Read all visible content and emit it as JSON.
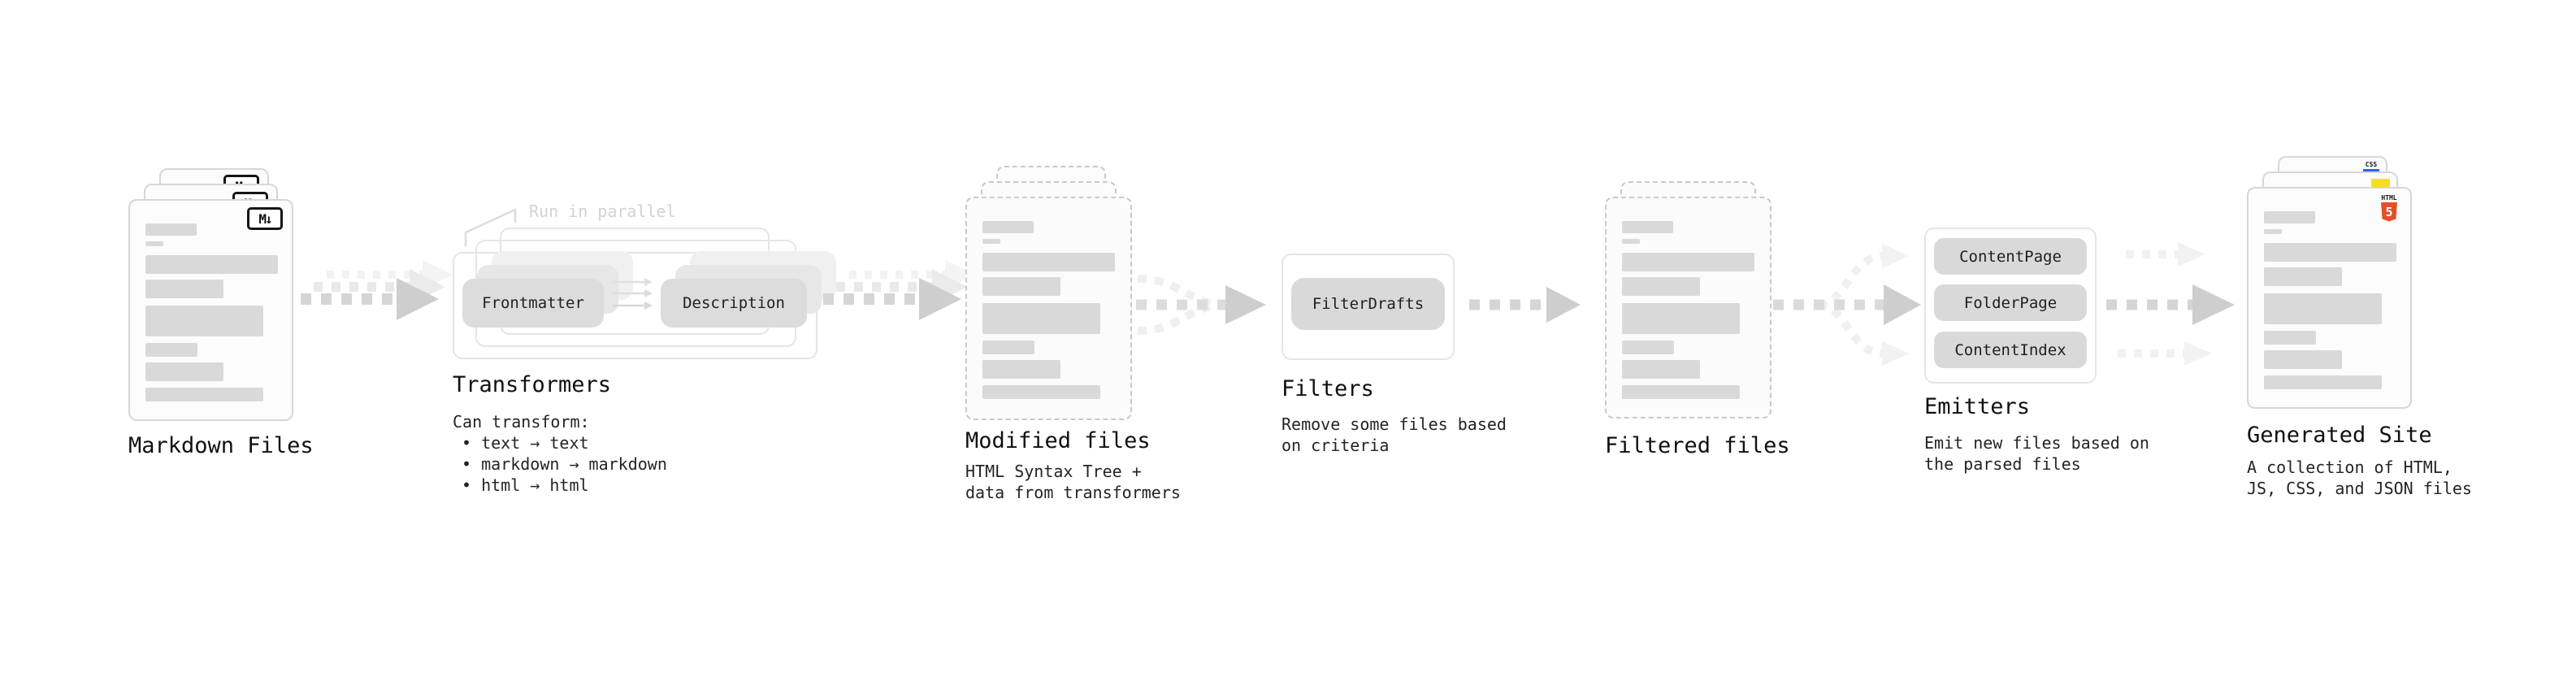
{
  "diagram": {
    "stages": [
      {
        "label": "Markdown Files"
      },
      {
        "label": "Transformers",
        "annotation": "Run in parallel",
        "pills": [
          "Frontmatter",
          "Description"
        ],
        "body": [
          "Can transform:",
          "• text → text",
          "• markdown → markdown",
          "• html → html"
        ]
      },
      {
        "label": "Modified files",
        "body": [
          "HTML Syntax Tree +",
          "data from transformers"
        ]
      },
      {
        "label": "Filters",
        "pills": [
          "FilterDrafts"
        ],
        "body": [
          "Remove some files based",
          "on criteria"
        ]
      },
      {
        "label": "Filtered files"
      },
      {
        "label": "Emitters",
        "pills": [
          "ContentPage",
          "FolderPage",
          "ContentIndex"
        ],
        "body": [
          "Emit new files based on",
          "the parsed files"
        ]
      },
      {
        "label": "Generated Site",
        "body": [
          "A collection of HTML,",
          "JS, CSS, and JSON files"
        ]
      }
    ],
    "badges": {
      "markdown": "M↓",
      "html5_word": "HTML",
      "html5_number": "5",
      "css": "CSS"
    },
    "colors": {
      "html5_orange": "#e34f26",
      "js_yellow": "#f7df1e",
      "css_blue": "#2965f1",
      "pill_gray": "#d9d9d9",
      "card_border_gray": "#d7d7d7",
      "arrow_gray": "#d5d5d5",
      "arrow_head_gray": "#cecece",
      "annotation_gray": "#d2d2d2"
    },
    "decor": {
      "file_card_bars": [
        {
          "w": 63,
          "h": 15,
          "mb": 7
        },
        {
          "w": 22,
          "h": 6,
          "mb": 11
        },
        {
          "w": 163,
          "h": 23,
          "mb": 7
        },
        {
          "w": 96,
          "h": 23,
          "mb": 9
        },
        {
          "w": 145,
          "h": 38,
          "mb": 8
        },
        {
          "w": 64,
          "h": 17,
          "mb": 7
        },
        {
          "w": 96,
          "h": 23,
          "mb": 8
        },
        {
          "w": 145,
          "h": 17,
          "mb": 0
        }
      ]
    }
  }
}
